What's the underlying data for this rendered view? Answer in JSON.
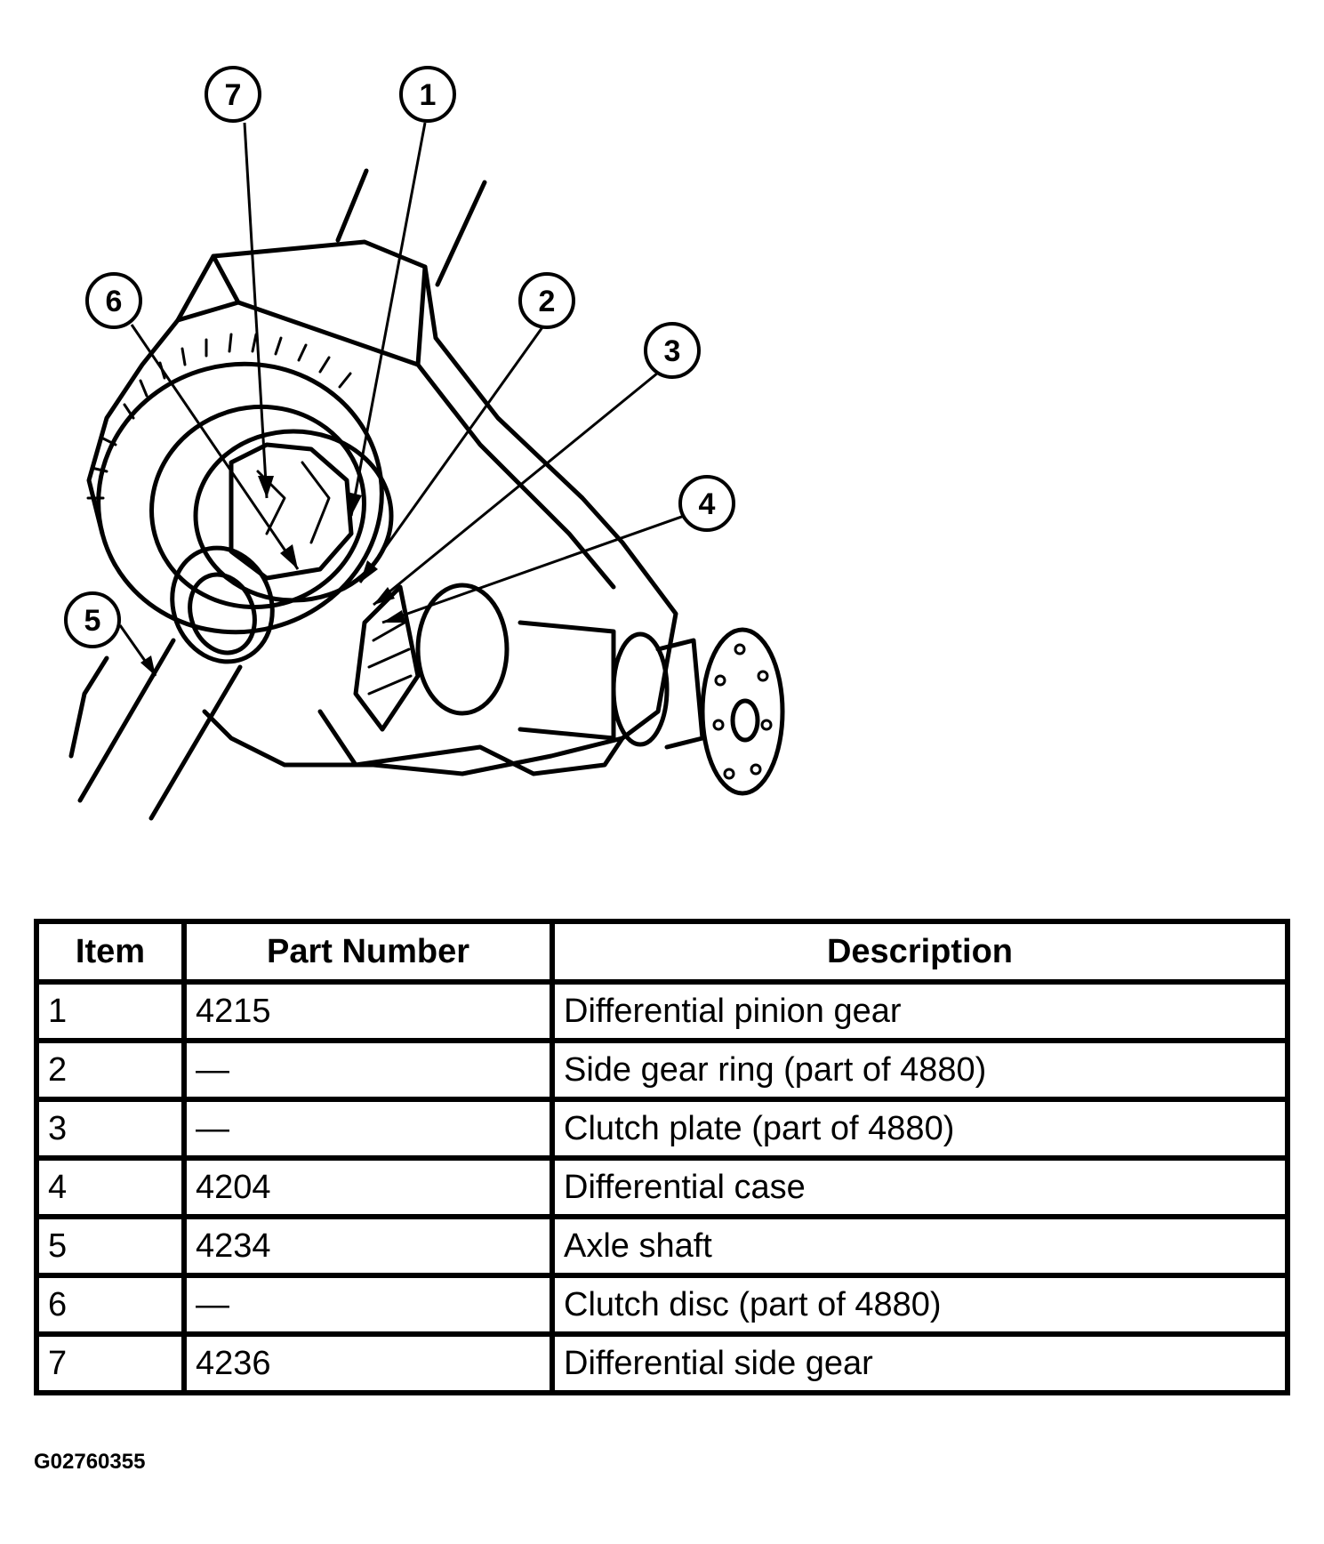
{
  "diagram": {
    "callouts": [
      {
        "label": "7"
      },
      {
        "label": "1"
      },
      {
        "label": "6"
      },
      {
        "label": "2"
      },
      {
        "label": "3"
      },
      {
        "label": "4"
      },
      {
        "label": "5"
      }
    ]
  },
  "table": {
    "headers": {
      "item": "Item",
      "part_number": "Part Number",
      "description": "Description"
    },
    "rows": [
      {
        "item": "1",
        "part_number": "4215",
        "description": "Differential pinion gear"
      },
      {
        "item": "2",
        "part_number": "—",
        "description": "Side gear ring (part of 4880)"
      },
      {
        "item": "3",
        "part_number": "—",
        "description": "Clutch plate (part of 4880)"
      },
      {
        "item": "4",
        "part_number": "4204",
        "description": "Differential case"
      },
      {
        "item": "5",
        "part_number": "4234",
        "description": "Axle shaft"
      },
      {
        "item": "6",
        "part_number": "—",
        "description": "Clutch disc (part of 4880)"
      },
      {
        "item": "7",
        "part_number": "4236",
        "description": "Differential side gear"
      }
    ]
  },
  "figure_id": "G02760355"
}
